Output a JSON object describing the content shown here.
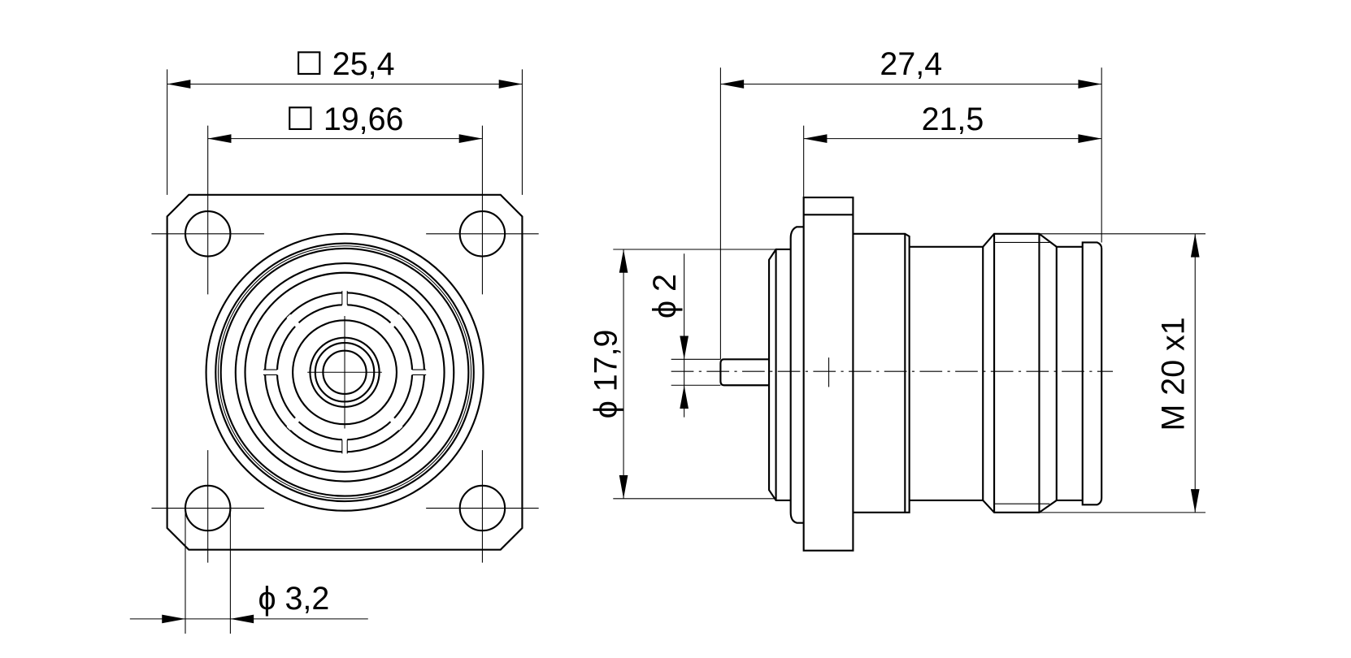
{
  "drawing": {
    "front_view": {
      "dim_outer_square": "☐ 25,4",
      "dim_hole_spacing": "☐ 19,66",
      "dim_hole_diameter": "ϕ 3,2"
    },
    "side_view": {
      "dim_total_length": "27,4",
      "dim_body_length": "21,5",
      "dim_body_diameter": "ϕ 17,9",
      "dim_pin_diameter": "ϕ 2",
      "dim_thread": "M 20 x1"
    }
  }
}
